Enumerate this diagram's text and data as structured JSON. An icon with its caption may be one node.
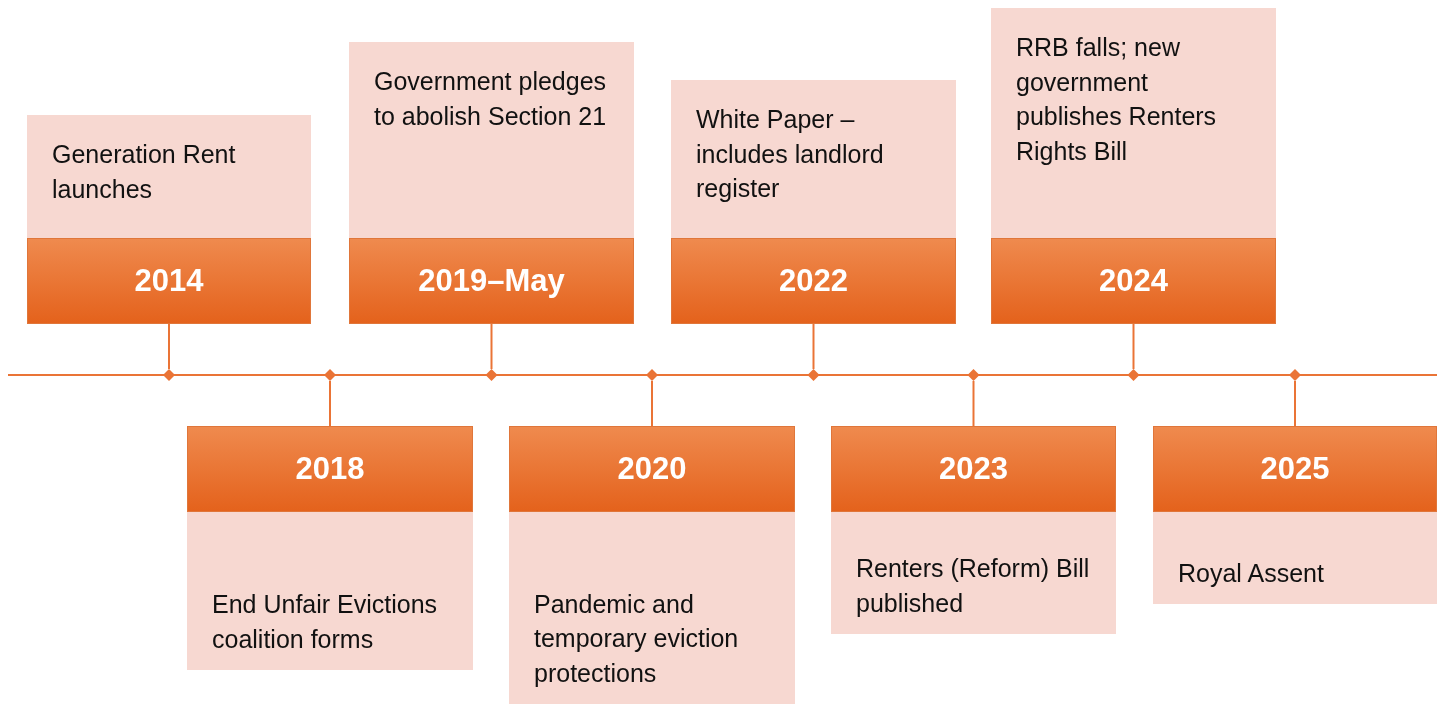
{
  "diagram": {
    "nodes": [
      {
        "text": [
          "Generation Rent launches"
        ]
      },
      {
        "text": [
          "2014"
        ],
        "in": 0
      },
      {
        "text": [
          "End Unfair Evictions coalition forms"
        ]
      },
      {
        "text": [
          "2018"
        ],
        "in": 2
      },
      {
        "text": [
          "Government pledges to abolish Section 21"
        ]
      },
      {
        "text": [
          "2019–May"
        ],
        "in": 4
      },
      {
        "text": [
          "Pandemic and temporary eviction protections"
        ]
      },
      {
        "text": [
          "2020"
        ],
        "in": 6
      },
      {
        "text": [
          "White Paper – includes landlord register"
        ]
      },
      {
        "text": [
          "2022"
        ],
        "in": 8
      },
      {
        "text": [
          "Renters (Reform) Bill published"
        ]
      },
      {
        "text": [
          "2023"
        ],
        "in": 10
      },
      {
        "text": [
          "RRB falls; new government publishes Renters Rights Bill"
        ]
      },
      {
        "text": [
          "2024"
        ],
        "in": 12
      },
      {
        "text": [
          "Royal Assent"
        ]
      },
      {
        "text": [
          "2025"
        ],
        "in": 14
      },
      {
        "text": [],
        "shape": "diamond"
      },
      {
        "text": [],
        "shape": "diamond"
      },
      {
        "text": [],
        "shape": "diamond"
      },
      {
        "text": [],
        "shape": "diamond"
      },
      {
        "text": [],
        "shape": "diamond"
      },
      {
        "text": [],
        "shape": "diamond"
      },
      {
        "text": [],
        "shape": "diamond"
      },
      {
        "text": [],
        "shape": "diamond"
      }
    ],
    "edges": [
      {
        "from": 1,
        "to": 16,
        "arrow": "none"
      },
      {
        "from": 3,
        "to": 17,
        "arrow": "none"
      },
      {
        "from": 5,
        "to": 18,
        "arrow": "none"
      },
      {
        "from": 7,
        "to": 19,
        "arrow": "none"
      },
      {
        "from": 9,
        "to": 20,
        "arrow": "none"
      },
      {
        "from": 11,
        "to": 21,
        "arrow": "none"
      },
      {
        "from": 13,
        "to": 22,
        "arrow": "none"
      },
      {
        "from": 15,
        "to": 23,
        "arrow": "none"
      }
    ]
  }
}
